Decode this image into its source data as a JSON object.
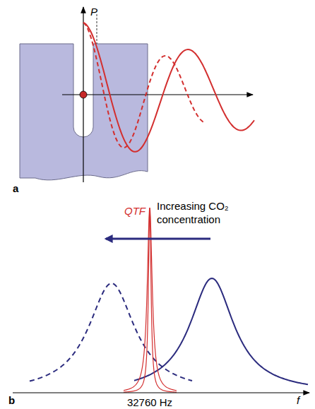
{
  "diagram": {
    "labels": [
      "P",
      "a",
      "QTF",
      "Increasing CO₂ concentration",
      "32760 Hz",
      "f",
      "b"
    ]
  }
}
